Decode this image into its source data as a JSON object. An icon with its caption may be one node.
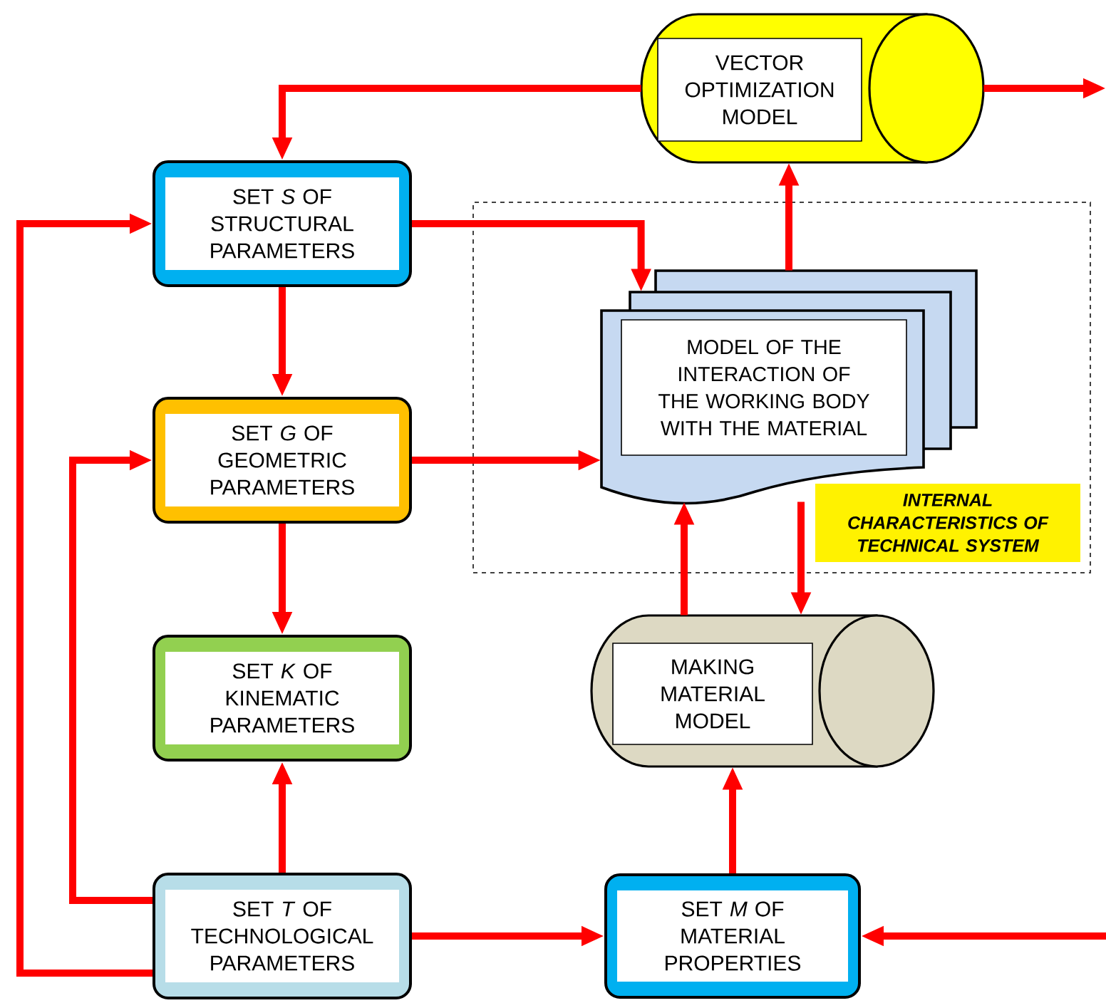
{
  "diagram": {
    "nodes": [
      {
        "text": [
          "VECTOR OPTIMIZATION MODEL"
        ]
      },
      {
        "text": [
          "SET *S* OF STRUCTURAL PARAMETERS"
        ]
      },
      {
        "text": [
          "INTERNAL CHARACTERISTICS OF TECHNICAL SYSTEM"
        ]
      },
      {
        "text": [
          "MODEL OF THE INTERACTION OF THE WORKING BODY WITH THE MATERIAL"
        ],
        "in": 2
      },
      {
        "text": [
          "SET *G* OF GEOMETRIC PARAMETERS"
        ]
      },
      {
        "text": [
          "SET *K* OF KINEMATIC PARAMETERS"
        ]
      },
      {
        "text": [
          "MAKING MATERIAL MODEL"
        ]
      },
      {
        "text": [
          "SET *T* OF TECHNOLOGICAL PARAMETERS"
        ]
      },
      {
        "text": [
          "SET *M* OF MATERIAL PROPERTIES"
        ]
      }
    ],
    "edges": [
      {
        "from": 0,
        "to": 1,
        "arrow": "to"
      },
      {
        "from": 0,
        "to": null,
        "arrow": "to"
      },
      {
        "from": 1,
        "to": 3,
        "arrow": "to"
      },
      {
        "from": 3,
        "to": 0,
        "arrow": "to"
      },
      {
        "from": 1,
        "to": 4,
        "arrow": "to"
      },
      {
        "from": 4,
        "to": 3,
        "arrow": "to"
      },
      {
        "from": 4,
        "to": 5,
        "arrow": "to"
      },
      {
        "from": 7,
        "to": 5,
        "arrow": "to"
      },
      {
        "from": 7,
        "to": 4,
        "arrow": "to"
      },
      {
        "from": 7,
        "to": 1,
        "arrow": "to"
      },
      {
        "from": 7,
        "to": 8,
        "arrow": "to"
      },
      {
        "from": null,
        "to": 8,
        "arrow": "to"
      },
      {
        "from": 8,
        "to": 6,
        "arrow": "to"
      },
      {
        "from": 6,
        "to": 3,
        "arrow": "to"
      },
      {
        "from": 3,
        "to": 6,
        "arrow": "to"
      }
    ]
  }
}
